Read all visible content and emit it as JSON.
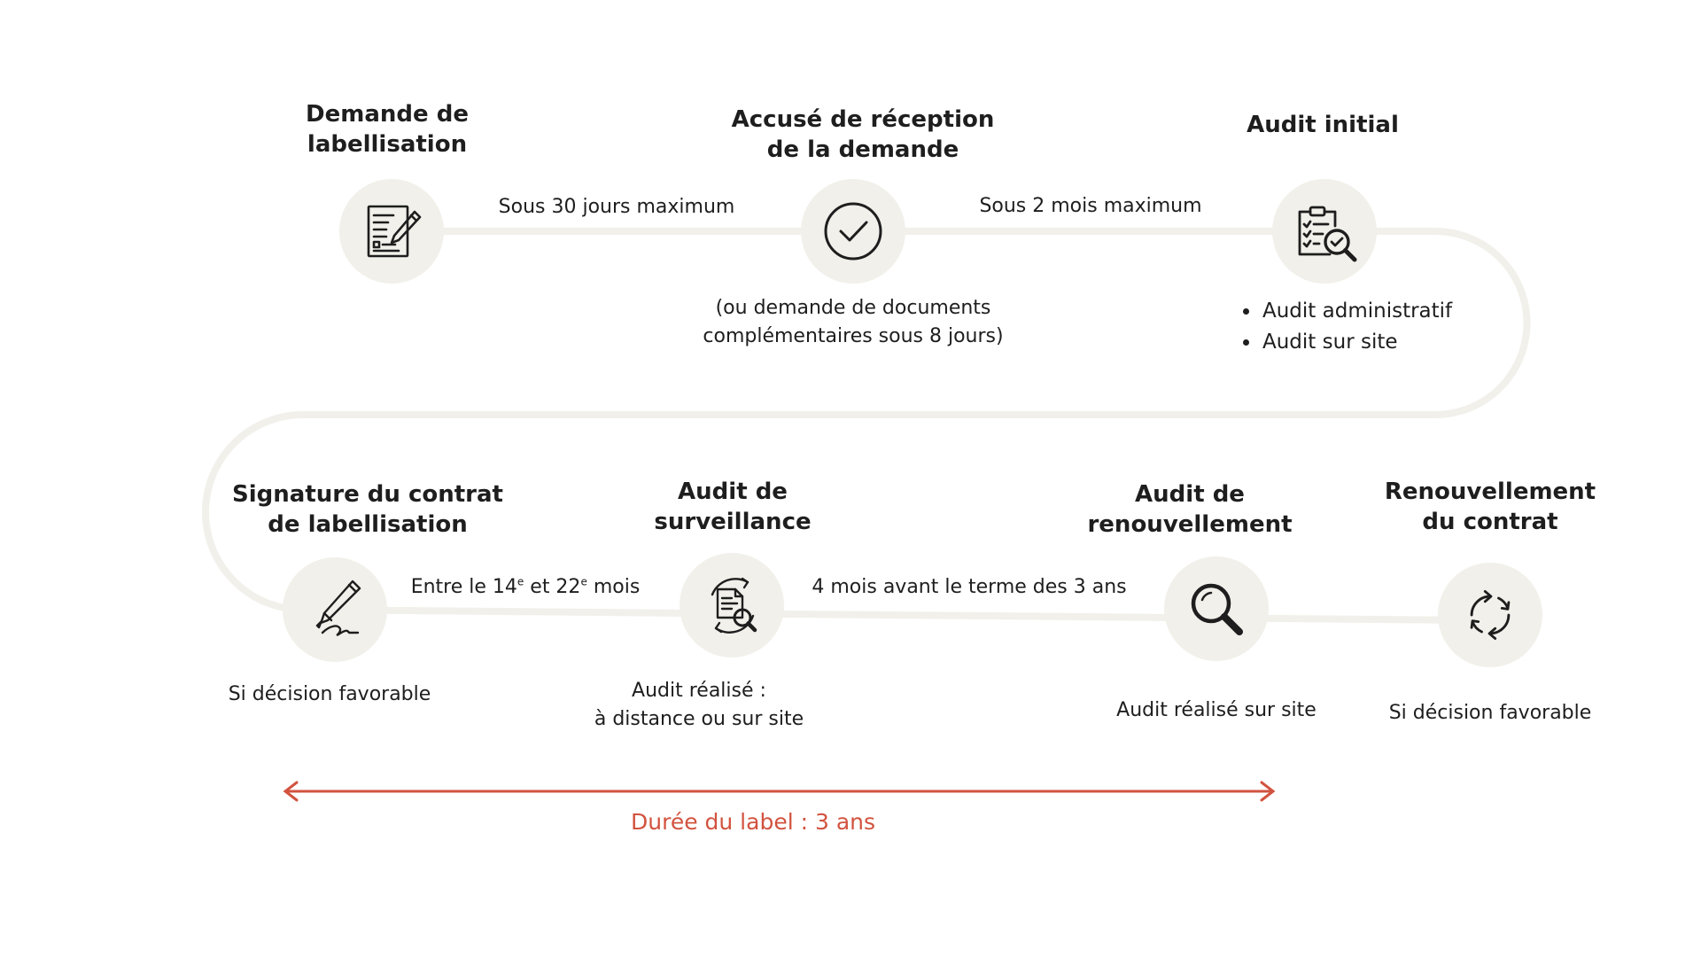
{
  "steps": {
    "demande": {
      "title_1": "Demande de",
      "title_2": "labellisation",
      "icon": "form-pencil-icon"
    },
    "accuse": {
      "title_1": "Accusé de réception",
      "title_2": "de la demande",
      "icon": "checkmark-circle-icon",
      "note_1": "(ou demande de documents",
      "note_2": "complémentaires sous 8 jours)"
    },
    "audit_initial": {
      "title_1": "Audit initial",
      "icon": "clipboard-magnifier-icon",
      "bullets": [
        "Audit administratif",
        "Audit sur site"
      ]
    },
    "signature": {
      "title_1": "Signature du contrat",
      "title_2": "de labellisation",
      "icon": "pen-signature-icon",
      "note_1": "Si décision favorable"
    },
    "surveillance": {
      "title_1": "Audit de",
      "title_2": "surveillance",
      "icon": "document-cycle-magnifier-icon",
      "note_1": "Audit réalisé :",
      "note_2": "à distance ou sur site"
    },
    "renouvellement_audit": {
      "title_1": "Audit de",
      "title_2": "renouvellement",
      "icon": "magnifier-icon",
      "note_1": "Audit réalisé sur site"
    },
    "renouvellement_contrat": {
      "title_1": "Renouvellement",
      "title_2": "du contrat",
      "icon": "refresh-cycle-icon",
      "note_1": "Si décision favorable"
    }
  },
  "connectors": {
    "c1": "Sous 30 jours maximum",
    "c2": "Sous 2 mois maximum",
    "c3_pre": "Entre le 14",
    "c3_sup1": "e",
    "c3_mid": " et 22",
    "c3_sup2": "e",
    "c3_post": " mois",
    "c4": "4 mois avant le terme des 3 ans"
  },
  "duration": {
    "label": "Durée du label : 3 ans"
  },
  "colors": {
    "track": "#f1f0ea",
    "circle": "#f1f0ea",
    "accent": "#d2533f",
    "text": "#1e1e1e"
  }
}
